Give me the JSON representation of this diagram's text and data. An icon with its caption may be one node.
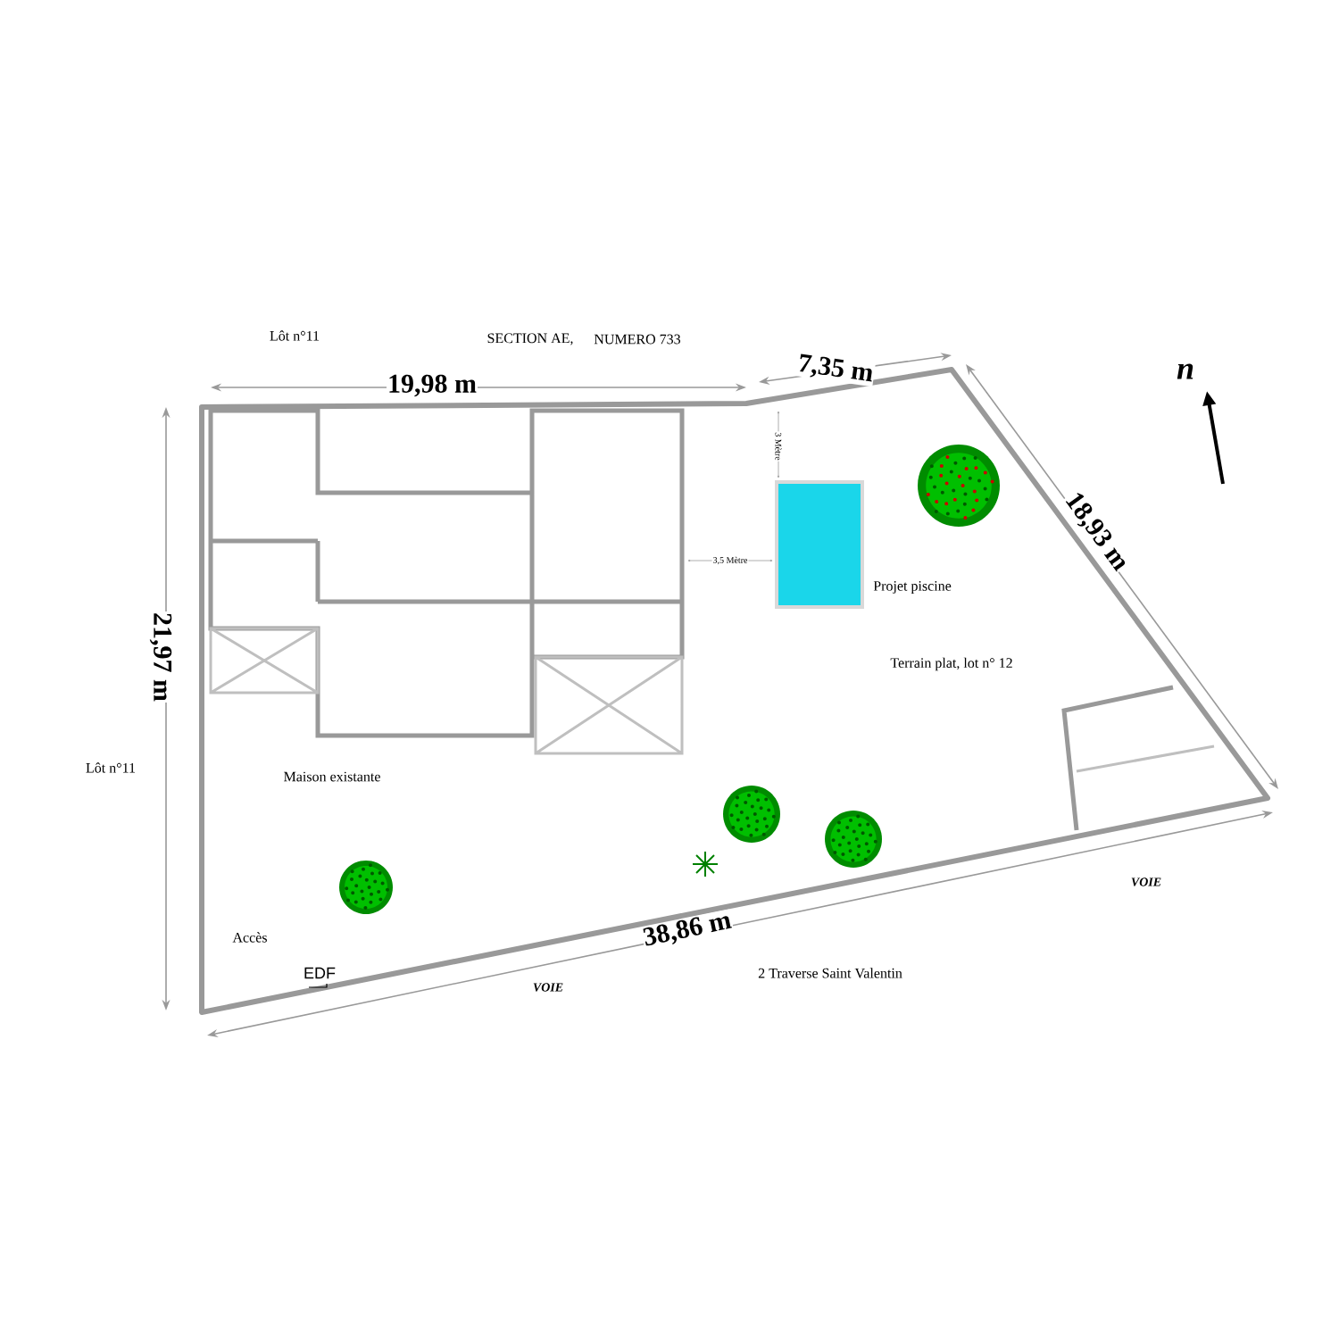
{
  "diagram": {
    "labels": [
      "Lôt n°11",
      "SECTION AE,",
      "NUMERO 733",
      "19,98 m",
      "7,35 m",
      "18,93 m",
      "21,97 m",
      "38,86 m",
      "3 Mètre",
      "3,5 Mètre",
      "Projet piscine",
      "Terrain plat, lot n° 12",
      "Lôt n°11",
      "Maison existante",
      "Accès",
      "EDF",
      "VOIE",
      "VOIE",
      "2 Traverse Saint Valentin",
      "n"
    ]
  }
}
